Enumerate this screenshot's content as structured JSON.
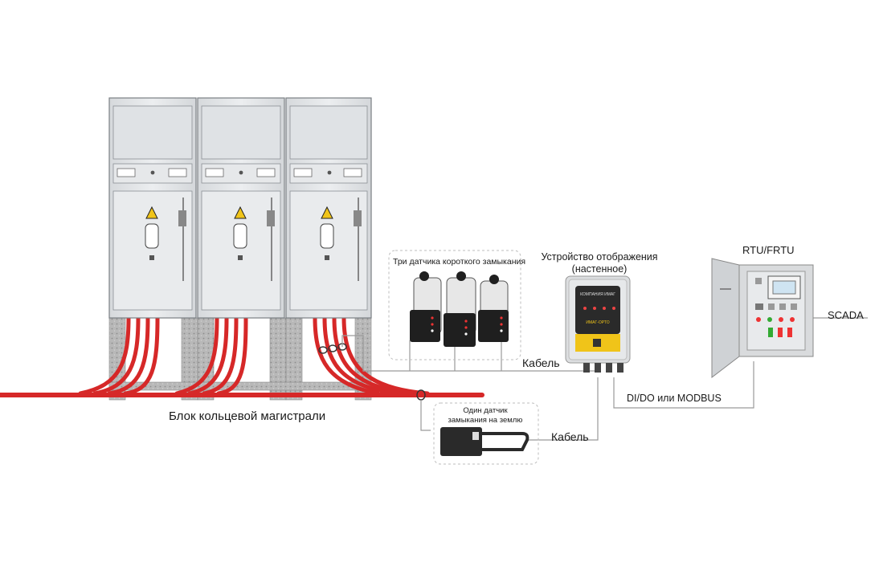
{
  "labels": {
    "ring_main_unit": "Блок кольцевой магистрали",
    "three_sensors": "Три датчика короткого замыкания",
    "display_device_line1": "Устройство отображения",
    "display_device_line2": "(настенное)",
    "rtu": "RTU/FRTU",
    "scada": "SCADA",
    "cable_top": "Кабель",
    "cable_bottom": "Кабель",
    "dido": "DI/DO или MODBUS",
    "earth_sensor_line1": "Один датчик",
    "earth_sensor_line2": "замыкания на землю"
  },
  "device": {
    "brand": "КОМПАНИЯ ИМАГ",
    "model": "ИМАГ-ОРТО"
  },
  "colors": {
    "cable_red": "#d62828",
    "cabinet_gray": "#e4e6e8",
    "accent_yellow": "#f0c419",
    "enclosure_gray": "#d9dbdd"
  },
  "icons": {
    "hv_warning": "high-voltage-warning-icon"
  }
}
